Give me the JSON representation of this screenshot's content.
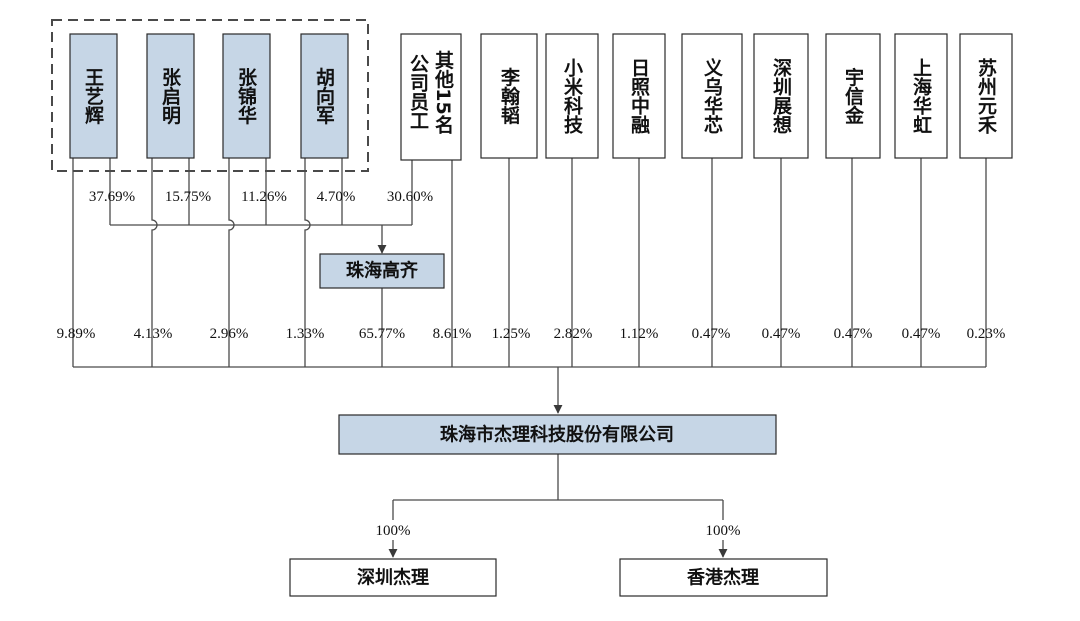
{
  "founders": [
    {
      "name": "王艺辉",
      "pct_gaoqi": "37.69%",
      "pct_company": "9.89%"
    },
    {
      "name": "张启明",
      "pct_gaoqi": "15.75%",
      "pct_company": "4.13%"
    },
    {
      "name": "张锦华",
      "pct_gaoqi": "11.26%",
      "pct_company": "2.96%"
    },
    {
      "name": "胡向军",
      "pct_gaoqi": "4.70%",
      "pct_company": "1.33%"
    }
  ],
  "other_staff": {
    "col1": "公司员工",
    "col2": "其他15名",
    "pct_gaoqi": "30.60%"
  },
  "platform": {
    "name": "珠海高齐",
    "pct_company": "65.77%"
  },
  "other_staff_direct_pct": "8.61%",
  "investors": [
    {
      "name": "李翰韬",
      "pct": "1.25%"
    },
    {
      "name": "小米科技",
      "pct": "2.82%"
    },
    {
      "name": "日照中融",
      "pct": "1.12%"
    },
    {
      "name": "义乌华芯",
      "pct": "0.47%"
    },
    {
      "name": "深圳展想",
      "pct": "0.47%"
    },
    {
      "name": "宇信金",
      "pct": "0.47%"
    },
    {
      "name": "上海华虹",
      "pct": "0.47%"
    },
    {
      "name": "苏州元禾",
      "pct": "0.23%"
    }
  ],
  "company": {
    "name": "珠海市杰理科技股份有限公司"
  },
  "subsidiaries": [
    {
      "name": "深圳杰理",
      "pct": "100%"
    },
    {
      "name": "香港杰理",
      "pct": "100%"
    }
  ],
  "colors": {
    "highlight_fill": "#c6d6e6",
    "line": "#4a4a4a"
  }
}
